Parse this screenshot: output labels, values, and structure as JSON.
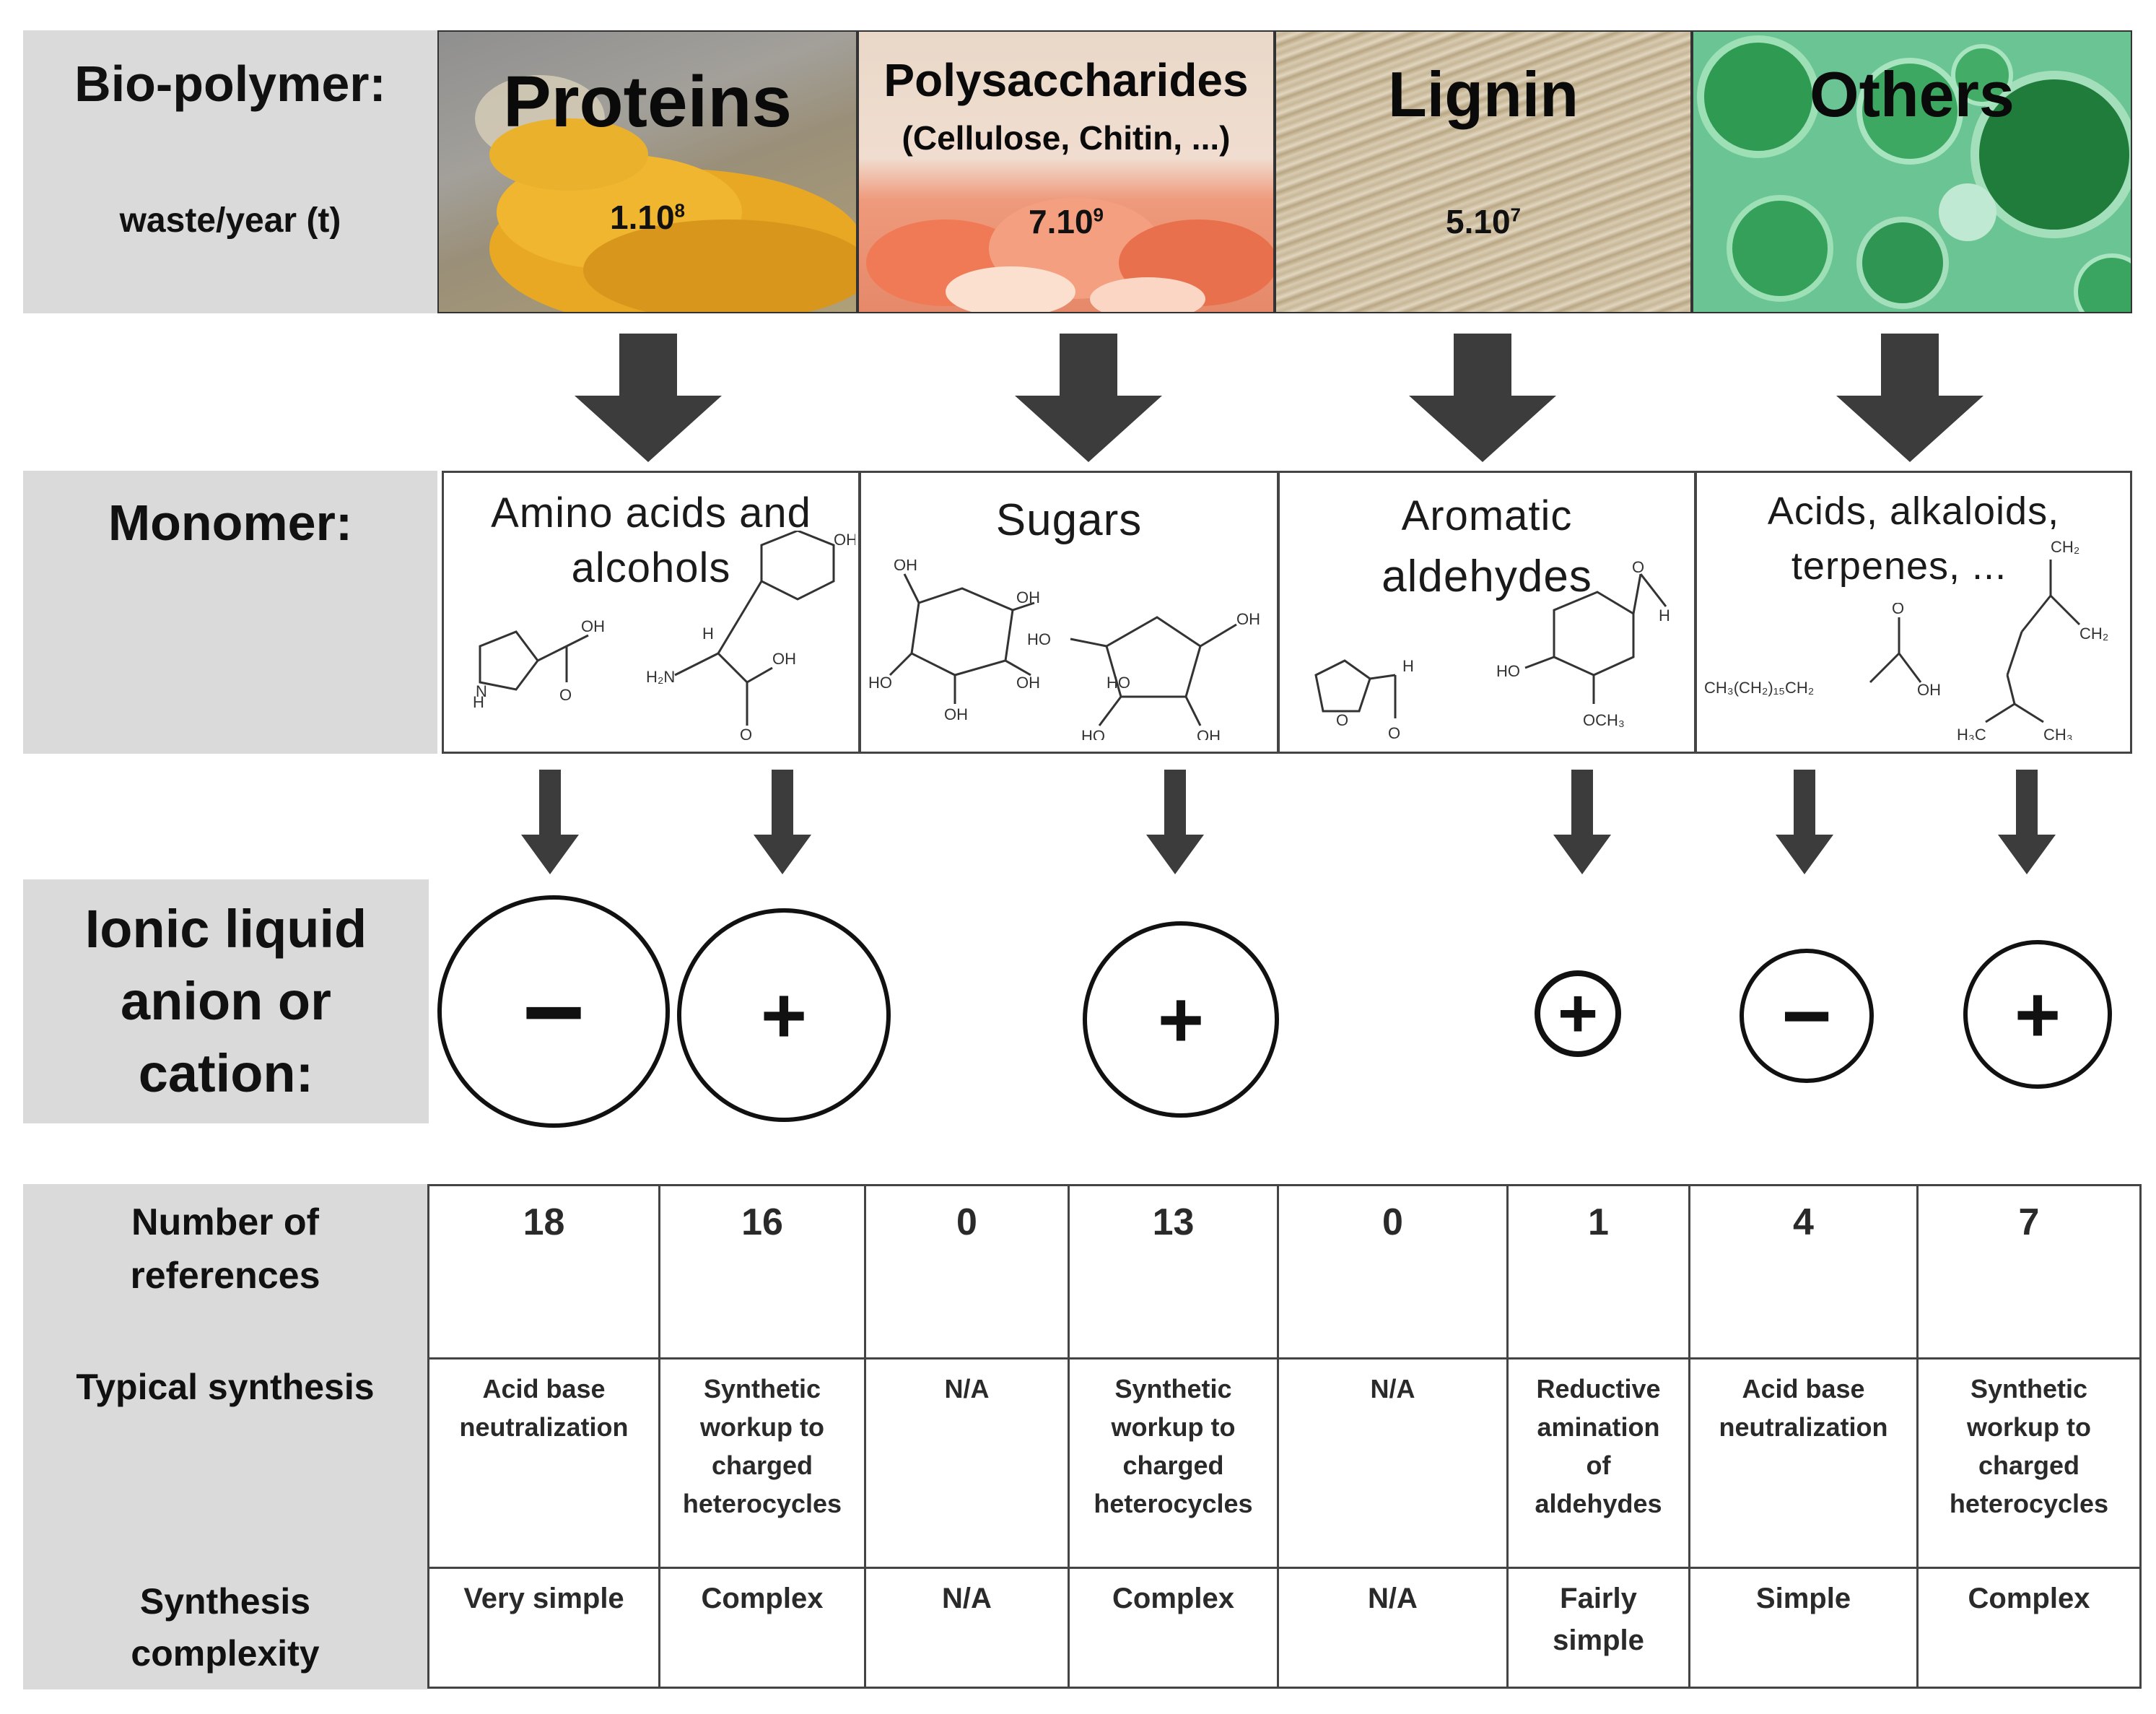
{
  "row_labels": {
    "biopolymer": "Bio-polymer:",
    "waste": "waste/year (t)",
    "monomer": "Monomer:",
    "ionic": [
      "Ionic liquid",
      "anion or",
      "cation:"
    ],
    "num_refs": [
      "Number of",
      "references"
    ],
    "typical_synthesis": "Typical synthesis",
    "synthesis_complexity": [
      "Synthesis",
      "complexity"
    ]
  },
  "biopolymers": [
    {
      "name": "Proteins",
      "sub": "",
      "waste_base": "1.10",
      "waste_exp": "8"
    },
    {
      "name": "Polysaccharides",
      "sub": "(Cellulose, Chitin, ...)",
      "waste_base": "7.10",
      "waste_exp": "9"
    },
    {
      "name": "Lignin",
      "sub": "",
      "waste_base": "5.10",
      "waste_exp": "7"
    },
    {
      "name": "Others",
      "sub": "",
      "waste_base": "",
      "waste_exp": ""
    }
  ],
  "monomers": [
    {
      "title1": "Amino acids and",
      "title2": "alcohols"
    },
    {
      "title1": "Sugars",
      "title2": ""
    },
    {
      "title1": "Aromatic",
      "title2": "aldehydes"
    },
    {
      "title1": "Acids, alkaloids,",
      "title2": "terpenes, ..."
    }
  ],
  "chem_labels": {
    "oh": "OH",
    "h": "H",
    "n": "N",
    "o": "O",
    "h2n": "H₂N",
    "ho": "HO",
    "och3": "OCH₃",
    "ch2": "CH₂",
    "h3c": "H₃C",
    "ch3": "CH₃",
    "fatty_acid": "CH₃(CH₂)₁₅CH₂"
  },
  "ions": [
    {
      "sign": "−"
    },
    {
      "sign": "+"
    },
    {
      "sign": "+"
    },
    {
      "sign": "+"
    },
    {
      "sign": "−"
    },
    {
      "sign": "+"
    }
  ],
  "table": {
    "references": [
      "18",
      "16",
      "0",
      "13",
      "0",
      "1",
      "4",
      "7"
    ],
    "typical_synthesis": [
      [
        "Acid base",
        "neutralization"
      ],
      [
        "Synthetic",
        "workup to",
        "charged",
        "heterocycles"
      ],
      [
        "N/A"
      ],
      [
        "Synthetic",
        "workup to",
        "charged",
        "heterocycles"
      ],
      [
        "N/A"
      ],
      [
        "Reductive",
        "amination",
        "of",
        "aldehydes"
      ],
      [
        "Acid base",
        "neutralization"
      ],
      [
        "Synthetic",
        "workup to",
        "charged",
        "heterocycles"
      ]
    ],
    "complexity": [
      [
        "Very simple"
      ],
      [
        "Complex"
      ],
      [
        "N/A"
      ],
      [
        "Complex"
      ],
      [
        "N/A"
      ],
      [
        "Fairly",
        "simple"
      ],
      [
        "Simple"
      ],
      [
        "Complex"
      ]
    ]
  }
}
